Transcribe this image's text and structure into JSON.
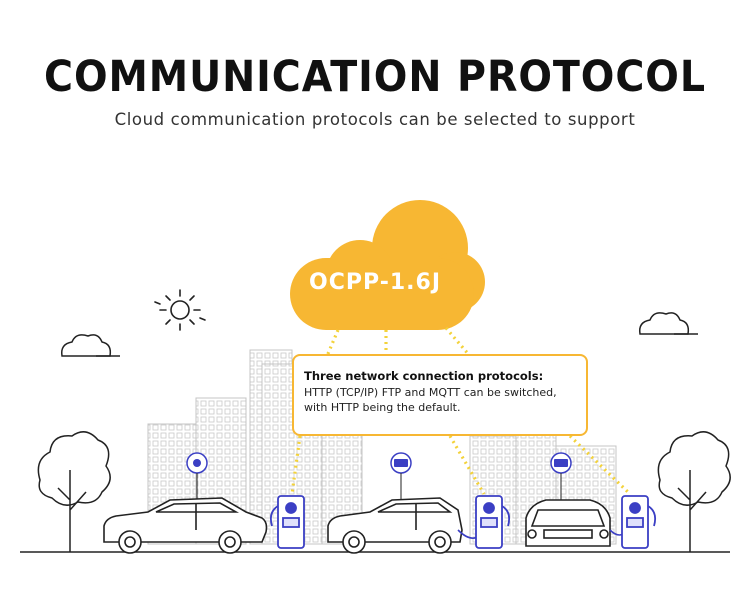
{
  "header": {
    "title": "COMMUNICATION PROTOCOL",
    "subtitle": "Cloud communication protocols can be selected to support"
  },
  "cloud": {
    "label": "OCPP-1.6J",
    "color": "#f7b733"
  },
  "info_box": {
    "title": "Three network connection protocols:",
    "line1": "HTTP (TCP/IP) FTP and MQTT can be switched,",
    "line2": "with HTTP being the default."
  },
  "colors": {
    "accent": "#f7b733",
    "charger": "#3b3fc4",
    "line_art": "#222222",
    "buildings": "#bdbdbd"
  },
  "icons": [
    "sun-icon",
    "small-cloud-icon",
    "wifi-signal-icon",
    "tree-icon",
    "car-icon",
    "charging-station-icon",
    "building-icon"
  ]
}
